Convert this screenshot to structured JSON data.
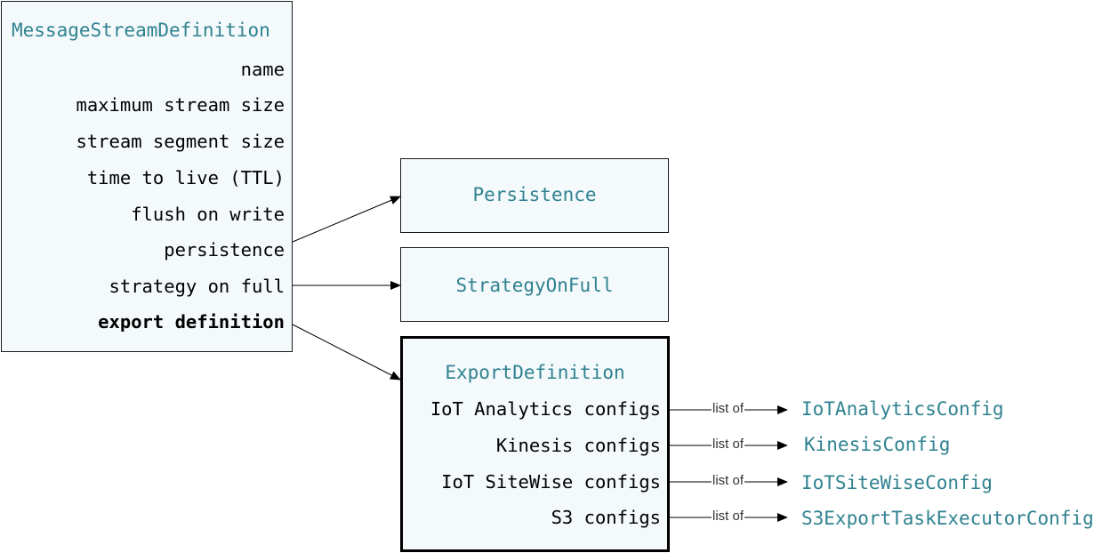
{
  "message_stream_definition": {
    "title": "MessageStreamDefinition",
    "fields": [
      "name",
      "maximum stream size",
      "stream segment size",
      "time to live (TTL)",
      "flush on write",
      "persistence",
      "strategy on full",
      "export definition"
    ]
  },
  "persistence": {
    "title": "Persistence"
  },
  "strategy_on_full": {
    "title": "StrategyOnFull"
  },
  "export_definition": {
    "title": "ExportDefinition",
    "fields": [
      "IoT Analytics configs",
      "Kinesis configs",
      "IoT SiteWise configs",
      "S3 configs"
    ]
  },
  "edge_label": "list of",
  "targets": [
    "IoTAnalyticsConfig",
    "KinesisConfig",
    "IoTSiteWiseConfig",
    "S3ExportTaskExecutorConfig"
  ],
  "colors": {
    "title_teal": "#2f8290",
    "box_fill": "#f4f9fb"
  }
}
